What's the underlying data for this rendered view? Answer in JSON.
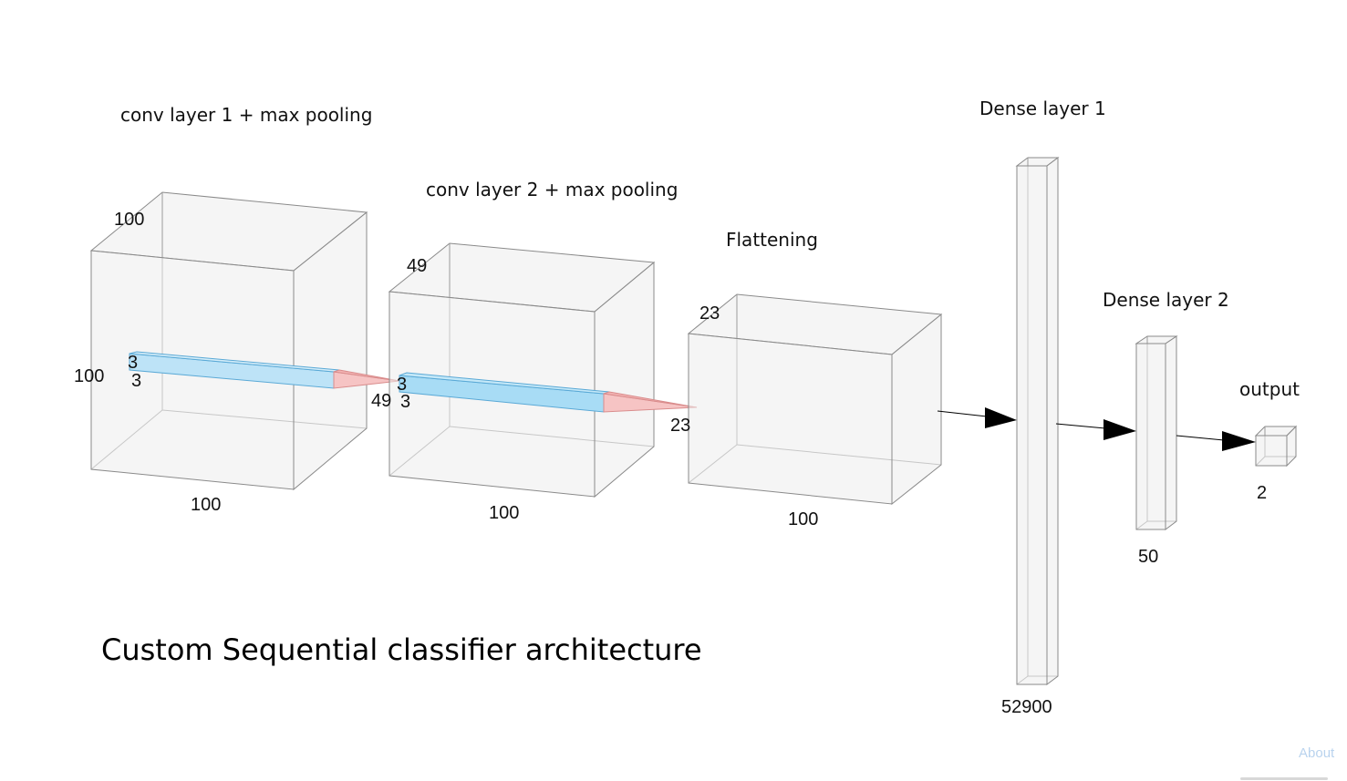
{
  "title": "Custom Sequential classifier architecture",
  "layers": {
    "conv1": {
      "label": "conv layer 1 + max pooling",
      "depth": "100",
      "height": "100",
      "width": "100",
      "kernel_a": "3",
      "kernel_b": "3"
    },
    "conv2": {
      "label": "conv layer 2 + max pooling",
      "depth": "49",
      "height": "49",
      "width": "100",
      "kernel_a": "3",
      "kernel_b": "3"
    },
    "flatten": {
      "label": "Flattening",
      "depth": "23",
      "height": "23",
      "width": "100"
    },
    "dense1": {
      "label": "Dense layer 1",
      "size": "52900"
    },
    "dense2": {
      "label": "Dense layer 2",
      "size": "50"
    },
    "output": {
      "label": "output",
      "size": "2"
    }
  },
  "footer": {
    "about_link": "About"
  },
  "colors": {
    "kernel_fill": "#bde3f7",
    "kernel_stroke": "#5aa9d6",
    "pyramid_fill": "#f6c4c4",
    "pyramid_stroke": "#d98c8c",
    "arrow": "#000000"
  }
}
